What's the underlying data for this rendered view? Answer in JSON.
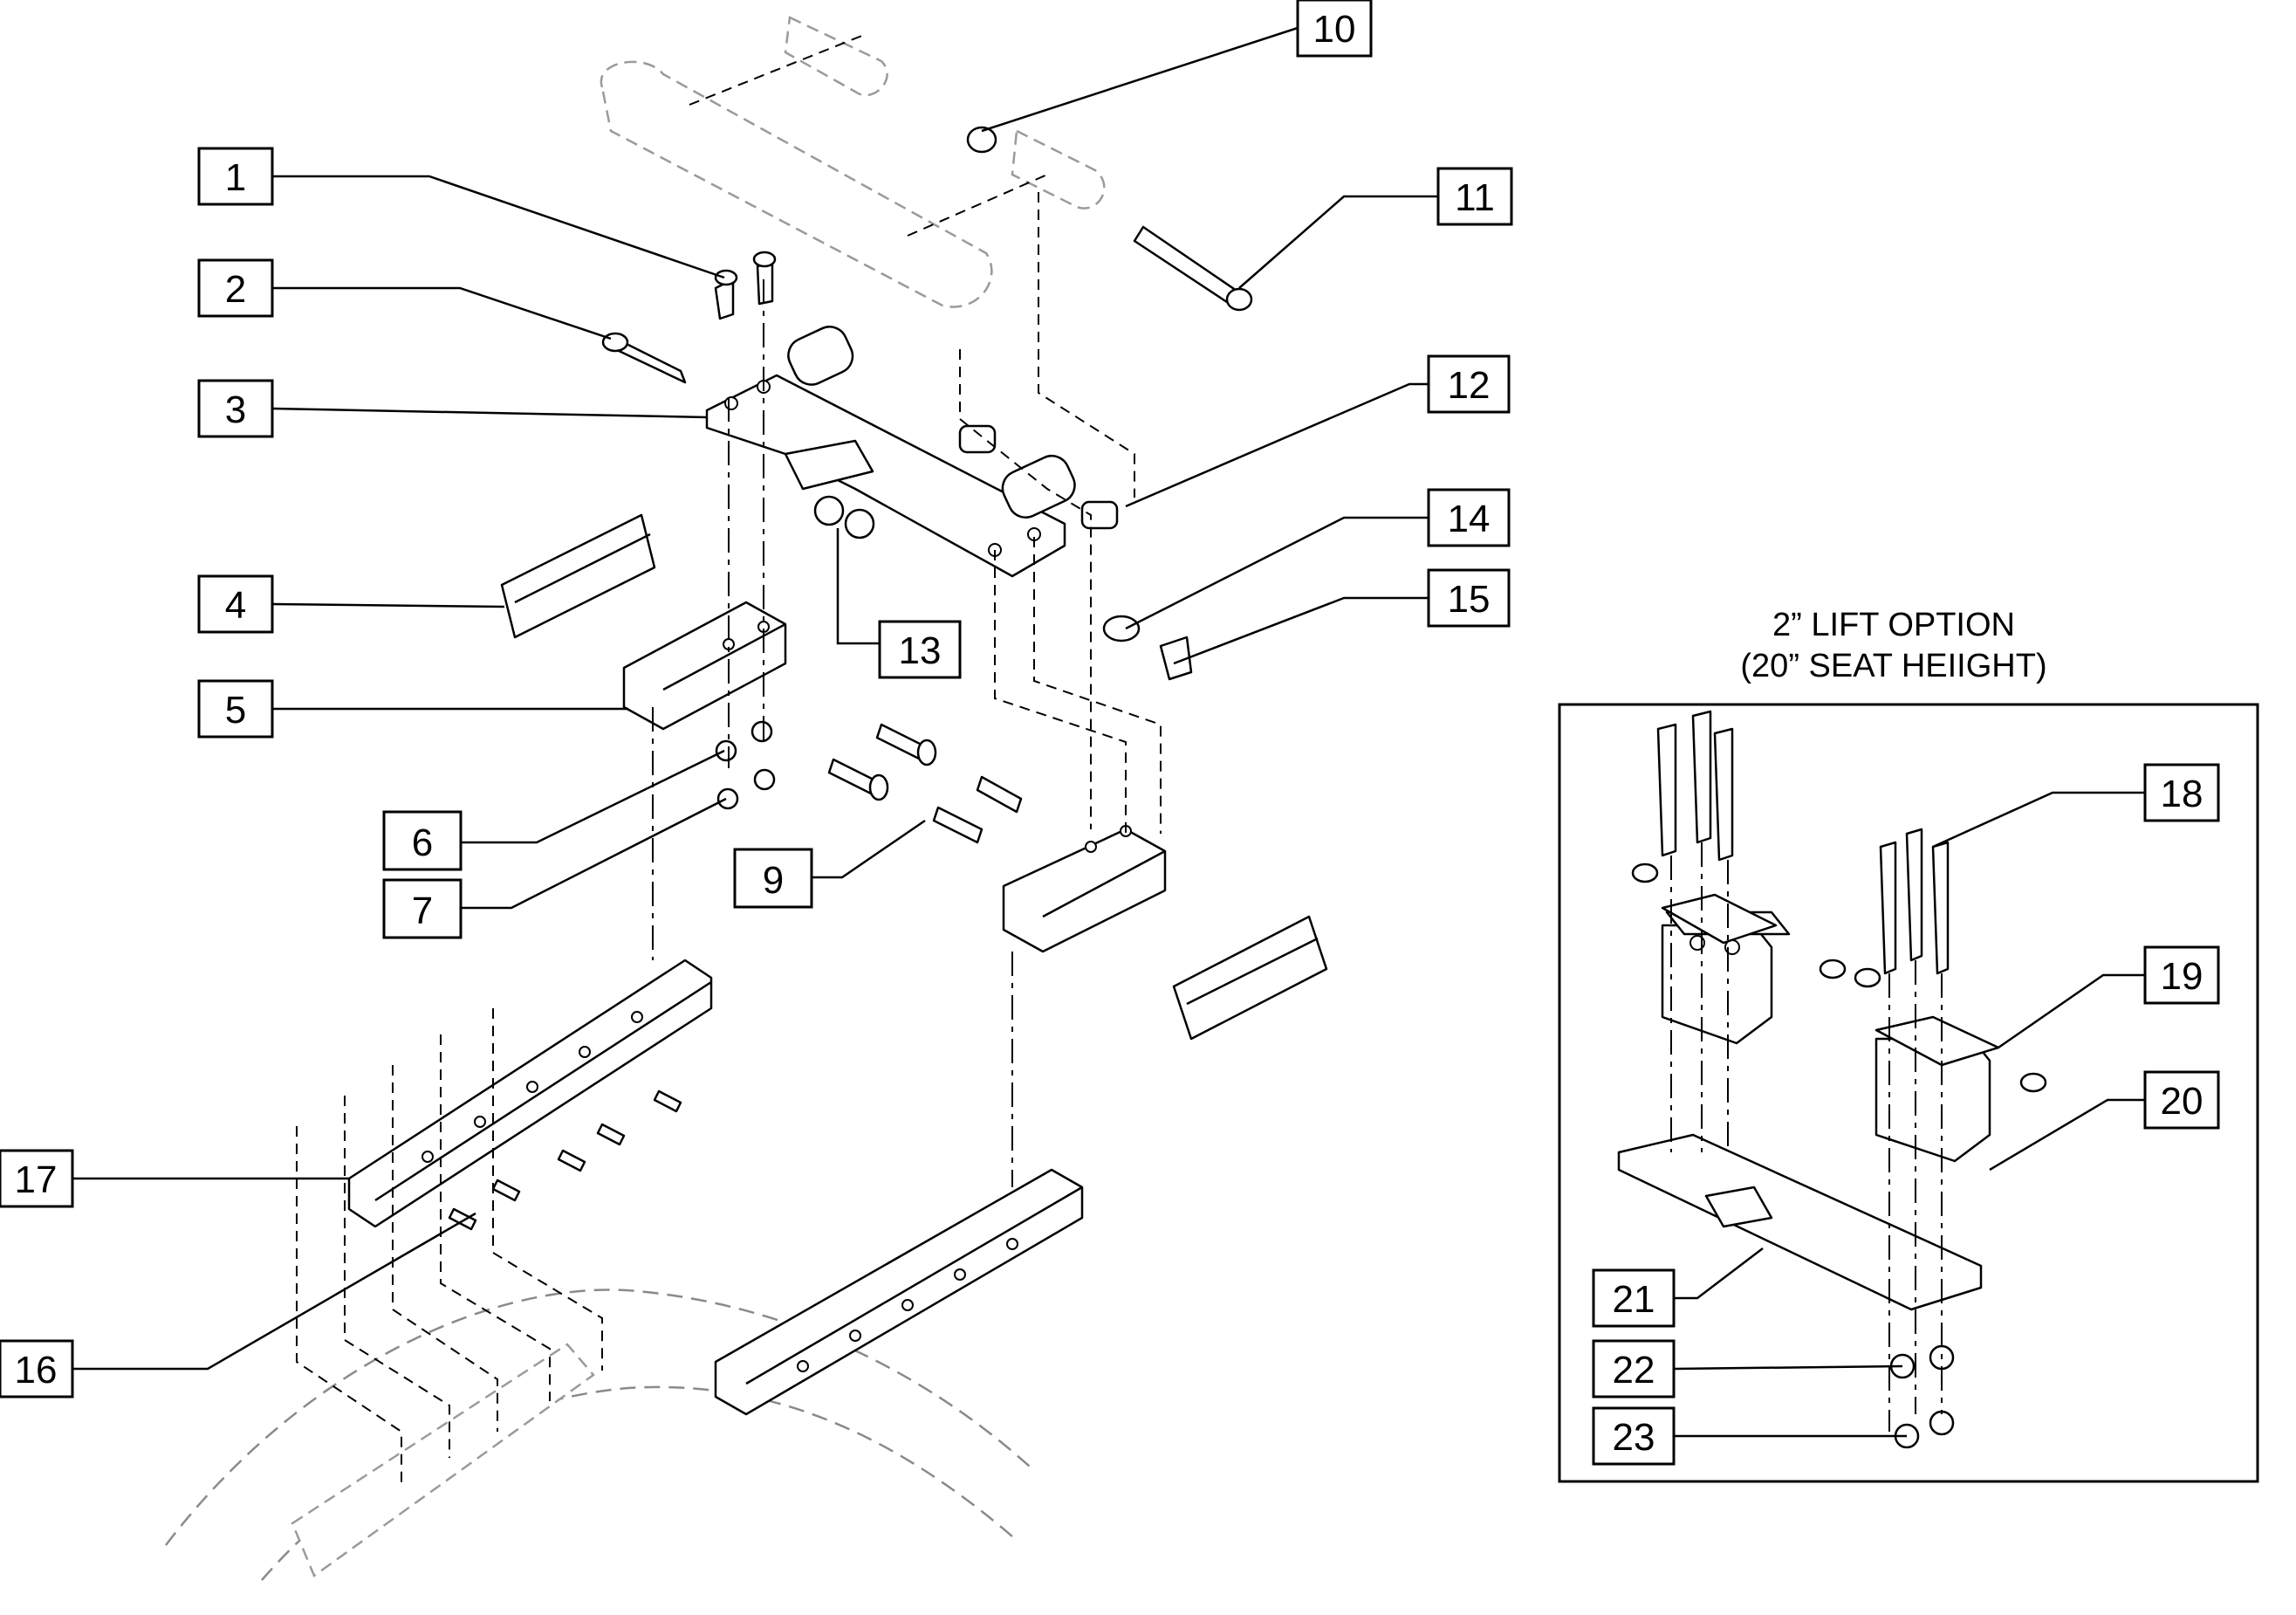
{
  "option": {
    "title_line1": "2” LIFT OPTION",
    "title_line2": "(20” SEAT HEIIGHT)"
  },
  "callouts": [
    {
      "id": "c1",
      "label": "1"
    },
    {
      "id": "c2",
      "label": "2"
    },
    {
      "id": "c3",
      "label": "3"
    },
    {
      "id": "c4",
      "label": "4"
    },
    {
      "id": "c5",
      "label": "5"
    },
    {
      "id": "c6",
      "label": "6"
    },
    {
      "id": "c7",
      "label": "7"
    },
    {
      "id": "c9",
      "label": "9"
    },
    {
      "id": "c10",
      "label": "10"
    },
    {
      "id": "c11",
      "label": "11"
    },
    {
      "id": "c12",
      "label": "12"
    },
    {
      "id": "c13",
      "label": "13"
    },
    {
      "id": "c14",
      "label": "14"
    },
    {
      "id": "c15",
      "label": "15"
    },
    {
      "id": "c16",
      "label": "16"
    },
    {
      "id": "c17",
      "label": "17"
    },
    {
      "id": "c18",
      "label": "18"
    },
    {
      "id": "c19",
      "label": "19"
    },
    {
      "id": "c20",
      "label": "20"
    },
    {
      "id": "c21",
      "label": "21"
    },
    {
      "id": "c22",
      "label": "22"
    },
    {
      "id": "c23",
      "label": "23"
    }
  ]
}
